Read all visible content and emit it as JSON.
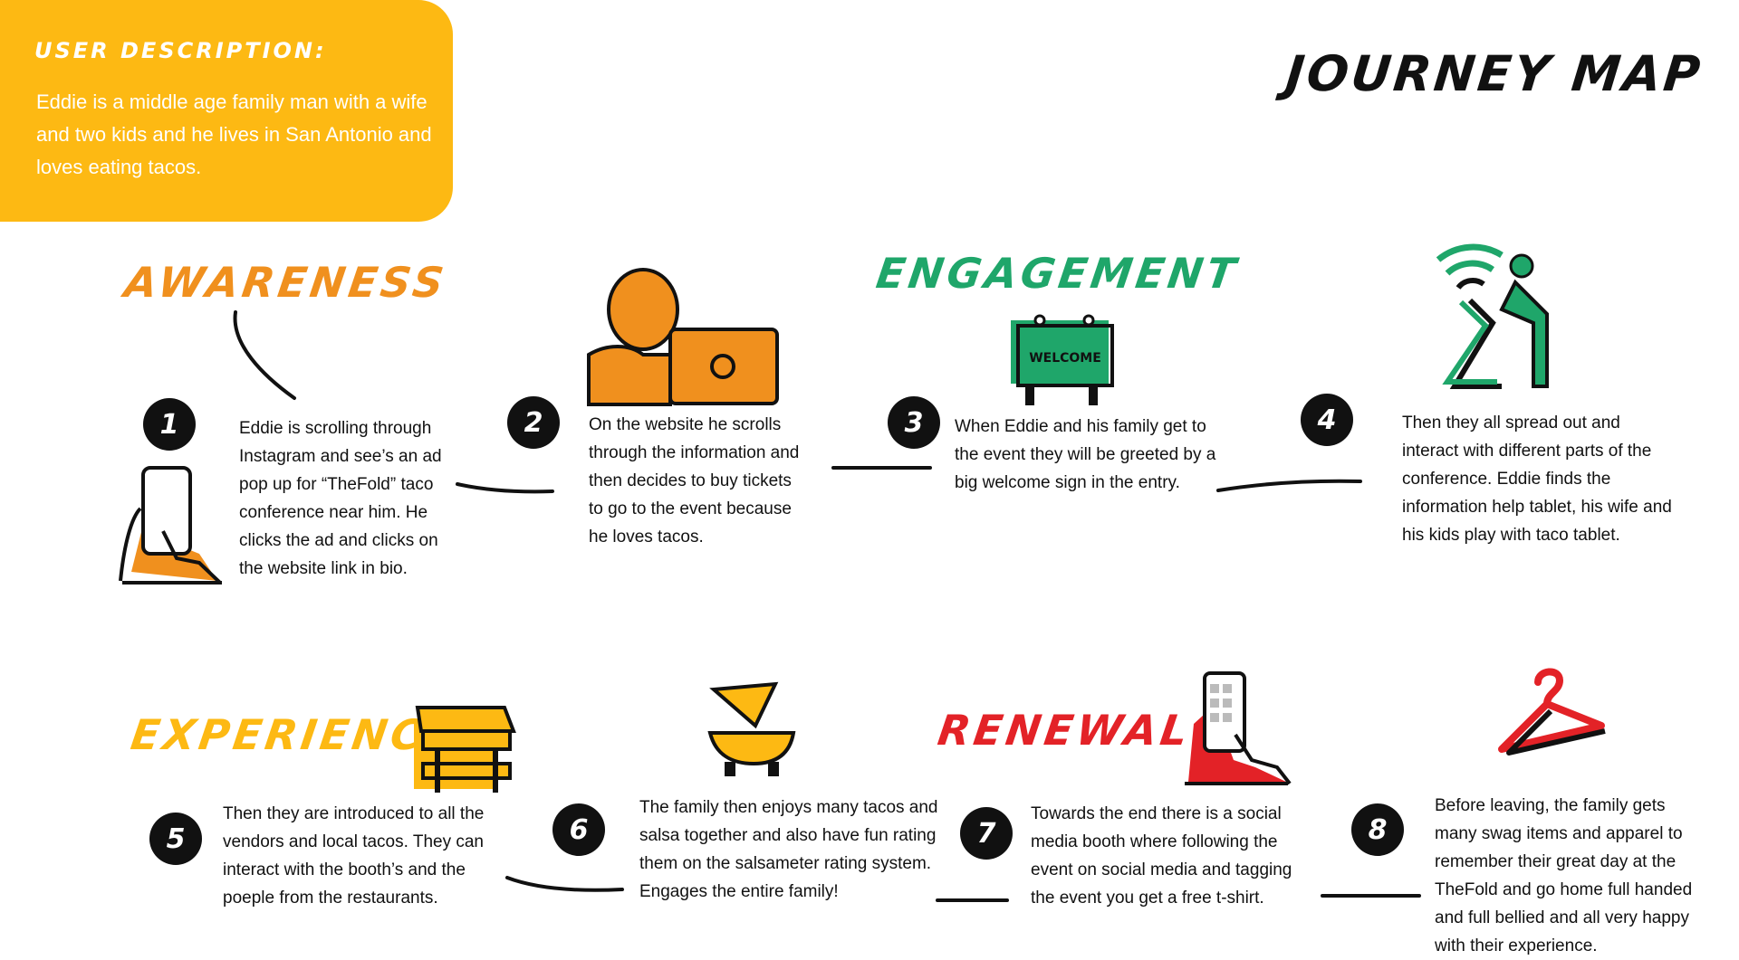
{
  "title": "JOURNEY MAP",
  "user": {
    "heading": "USER DESCRIPTION:",
    "text": "Eddie is a middle age family man with a wife and two kids and he lives in San Antonio and loves eating tacos."
  },
  "colors": {
    "yellow": "#FDB913",
    "orange": "#F0901E",
    "green": "#1FA66A",
    "red": "#E32227",
    "black": "#111111"
  },
  "stages": {
    "awareness": "AWARENESS",
    "engagement": "ENGAGEMENT",
    "experience": "EXPERIENCE",
    "renewal": "RENEWAL"
  },
  "steps": [
    {
      "number": "1",
      "text": "Eddie is scrolling through Instagram and see’s an ad pop up for “TheFold” taco conference near him. He clicks the ad and clicks on the website link in bio.",
      "icon": "phone-tap-icon"
    },
    {
      "number": "2",
      "text": "On the website he scrolls through the information and then decides to buy tickets to go to the event because he loves tacos.",
      "icon": "person-laptop-icon"
    },
    {
      "number": "3",
      "text": "When Eddie and his family get to the event they will be greeted by a big welcome sign in the entry.",
      "icon": "welcome-sign-icon",
      "sign": "WELCOME"
    },
    {
      "number": "4",
      "text": "Then they all spread out and interact with different parts of the conference. Eddie finds the information help tablet, his wife and his kids play with taco tablet.",
      "icon": "person-kiosk-icon"
    },
    {
      "number": "5",
      "text": "Then they are introduced to all the vendors and local tacos. They can interact with the booth’s and the poeple from the restaurants.",
      "icon": "vendor-booth-icon"
    },
    {
      "number": "6",
      "text": "The family then enjoys many tacos and salsa together and also have fun rating them on the salsameter rating system. Engages the entire family!",
      "icon": "chip-salsa-icon"
    },
    {
      "number": "7",
      "text": "Towards the end there is a social media booth where following the event on social media and tagging the event you get a free t-shirt.",
      "icon": "social-phone-icon"
    },
    {
      "number": "8",
      "text": "Before leaving, the family gets many swag items and apparel to remember their great day at the TheFold and go home full handed and full bellied and all very happy with their experience.",
      "icon": "hanger-icon"
    }
  ]
}
